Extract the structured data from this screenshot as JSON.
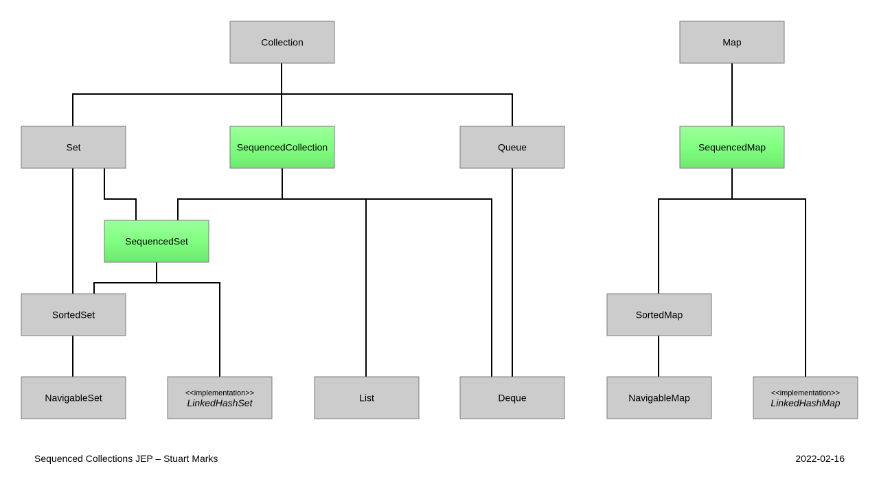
{
  "diagram": {
    "nodes": [
      {
        "id": "collection",
        "label": "Collection",
        "kind": "interface"
      },
      {
        "id": "map",
        "label": "Map",
        "kind": "interface"
      },
      {
        "id": "set",
        "label": "Set",
        "kind": "interface"
      },
      {
        "id": "sequenced-collection",
        "label": "SequencedCollection",
        "kind": "new-interface"
      },
      {
        "id": "queue",
        "label": "Queue",
        "kind": "interface"
      },
      {
        "id": "sequenced-map",
        "label": "SequencedMap",
        "kind": "new-interface"
      },
      {
        "id": "sequenced-set",
        "label": "SequencedSet",
        "kind": "new-interface"
      },
      {
        "id": "sorted-set",
        "label": "SortedSet",
        "kind": "interface"
      },
      {
        "id": "sorted-map",
        "label": "SortedMap",
        "kind": "interface"
      },
      {
        "id": "navigable-set",
        "label": "NavigableSet",
        "kind": "interface"
      },
      {
        "id": "linked-hash-set",
        "label": "LinkedHashSet",
        "stereotype": "<<implementation>>",
        "kind": "implementation"
      },
      {
        "id": "list",
        "label": "List",
        "kind": "interface"
      },
      {
        "id": "deque",
        "label": "Deque",
        "kind": "interface"
      },
      {
        "id": "navigable-map",
        "label": "NavigableMap",
        "kind": "interface"
      },
      {
        "id": "linked-hash-map",
        "label": "LinkedHashMap",
        "stereotype": "<<implementation>>",
        "kind": "implementation"
      }
    ],
    "edges": [
      {
        "from": "collection",
        "to": "set"
      },
      {
        "from": "collection",
        "to": "sequenced-collection"
      },
      {
        "from": "collection",
        "to": "queue"
      },
      {
        "from": "set",
        "to": "sequenced-set"
      },
      {
        "from": "set",
        "to": "sorted-set"
      },
      {
        "from": "sequenced-collection",
        "to": "sequenced-set"
      },
      {
        "from": "sequenced-collection",
        "to": "list"
      },
      {
        "from": "sequenced-collection",
        "to": "deque"
      },
      {
        "from": "queue",
        "to": "deque"
      },
      {
        "from": "sequenced-set",
        "to": "sorted-set"
      },
      {
        "from": "sequenced-set",
        "to": "linked-hash-set"
      },
      {
        "from": "sorted-set",
        "to": "navigable-set"
      },
      {
        "from": "map",
        "to": "sequenced-map"
      },
      {
        "from": "sequenced-map",
        "to": "sorted-map"
      },
      {
        "from": "sequenced-map",
        "to": "linked-hash-map"
      },
      {
        "from": "sorted-map",
        "to": "navigable-map"
      }
    ],
    "colors": {
      "interface_fill": "#cccccc",
      "new_interface_fill": "#80ff80",
      "border": "#7a7a7a",
      "edge": "#000000",
      "background": "#ffffff"
    }
  },
  "footer": {
    "left_text": "Sequenced Collections JEP – Stuart Marks",
    "right_text": "2022-02-16"
  }
}
